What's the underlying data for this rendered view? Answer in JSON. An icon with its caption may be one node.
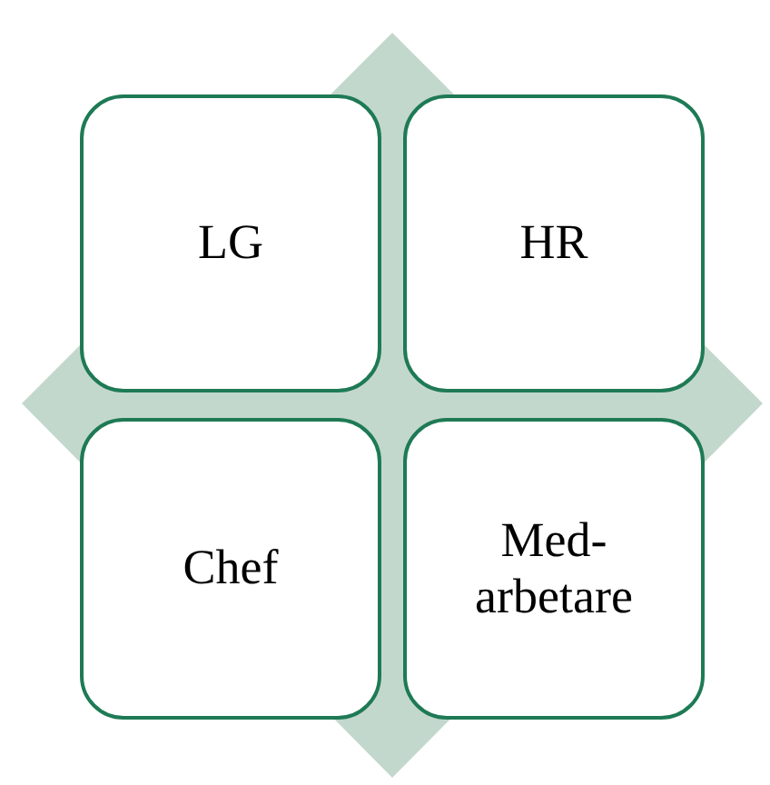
{
  "diagram": {
    "nodes": [
      {
        "text": [
          "LG"
        ]
      },
      {
        "text": [
          "HR"
        ]
      },
      {
        "text": [
          "Chef"
        ]
      },
      {
        "text": [
          "Med- arbetare"
        ]
      }
    ]
  }
}
